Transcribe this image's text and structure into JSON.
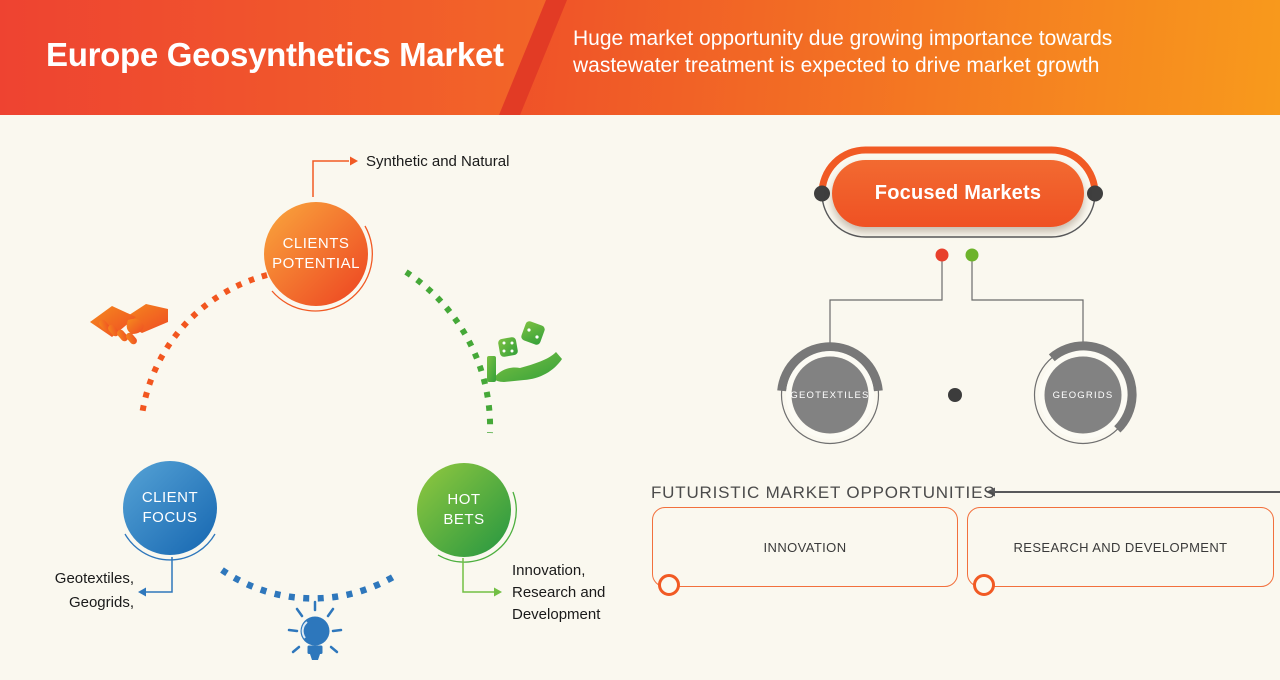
{
  "background_color": "#faf8ef",
  "header": {
    "title": "Europe Geosynthetics Market",
    "subtitle": "Huge market opportunity due growing importance towards\nwastewater treatment is expected to drive market growth",
    "gradient_colors": [
      "#ee4331",
      "#f89c1c",
      "#ef5129",
      "#f89a1c"
    ]
  },
  "strategy_cycle": {
    "nodes": [
      {
        "id": "clients-potential",
        "label": "CLIENTS\nPOTENTIAL",
        "callout": "Synthetic and Natural",
        "color": "#f15a24"
      },
      {
        "id": "client-focus",
        "label": "CLIENT\nFOCUS",
        "callout": "Geotextiles,\nGeogrids,",
        "color": "#2e77bc"
      },
      {
        "id": "hot-bets",
        "label": "HOT\nBETS",
        "callout": "Innovation,\nResearch and\nDevelopment",
        "color": "#4caf3e"
      }
    ],
    "icons": [
      "handshake-icon",
      "hand-with-dice-icon",
      "light-bulb-icon"
    ]
  },
  "focused_markets": {
    "title": "Focused Markets",
    "accent_color": "#f15a24",
    "bullet_colors": [
      "#e8402c",
      "#6db32b"
    ],
    "markets": [
      "GEOTEXTILES",
      "GEOGRIDS"
    ]
  },
  "opportunities": {
    "heading": "FUTURISTIC MARKET OPPORTUNITIES",
    "items": [
      "INNOVATION",
      "RESEARCH AND DEVELOPMENT"
    ],
    "box_border_color": "#f2703d"
  }
}
